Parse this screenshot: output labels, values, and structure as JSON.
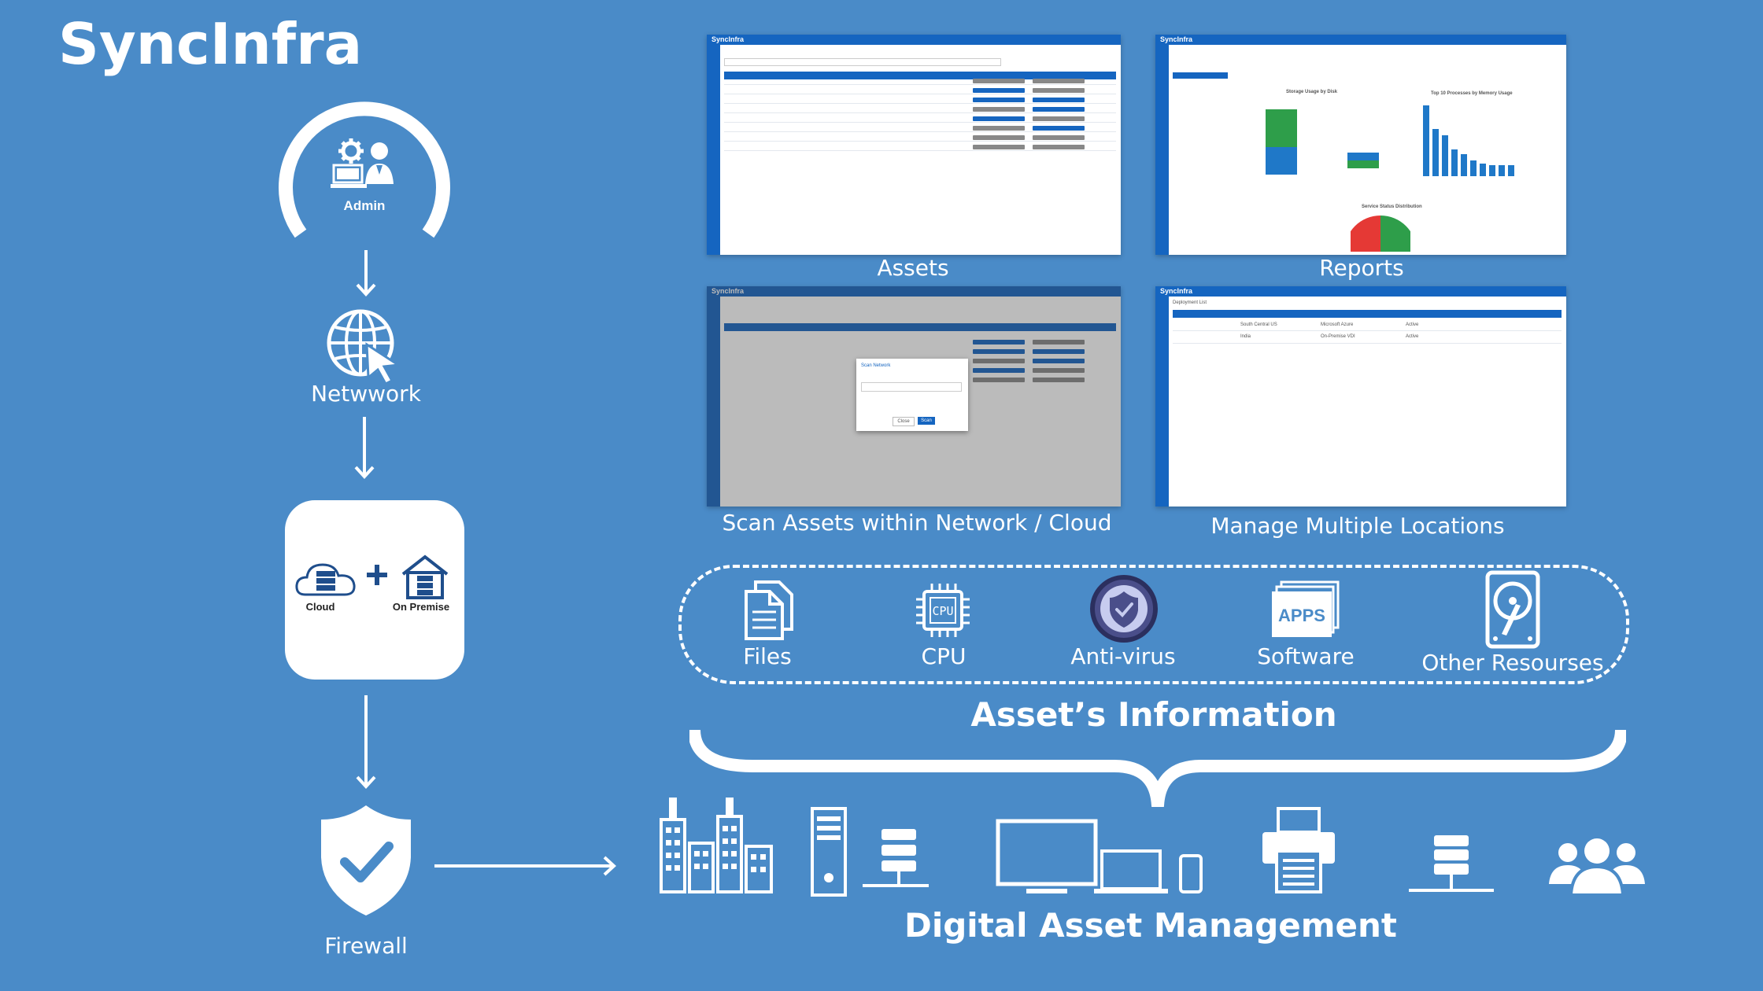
{
  "brand": "SyncInfra",
  "flow": {
    "admin": "Admin",
    "network": "Netwwork",
    "cloud": "Cloud",
    "on_premise": "On Premise",
    "firewall": "Firewall"
  },
  "screenshots": {
    "assets": "Assets",
    "reports": "Reports",
    "scan": "Scan Assets within Network / Cloud",
    "locations": "Manage Multiple Locations",
    "app_name": "SyncInfra",
    "reports_charts": {
      "storage_title": "Storage Usage by Disk",
      "processes_title": "Top 10 Processes by Memory Usage",
      "service_title": "Service Status Distribution"
    },
    "scan_dialog": {
      "title": "Scan Network",
      "close": "Close",
      "scan": "Scan"
    },
    "locations_panel": {
      "title": "Deployment List",
      "rows": [
        {
          "location": "South Central US",
          "infra": "Microsoft Azure",
          "status": "Active"
        },
        {
          "location": "India",
          "infra": "On-Premise VDI",
          "status": "Active"
        }
      ]
    }
  },
  "asset_info": {
    "title": "Asset’s Information",
    "items": [
      "Files",
      "CPU",
      "Anti-virus",
      "Software",
      "Other Resourses"
    ]
  },
  "dam": {
    "title": "Digital Asset Management"
  },
  "colors": {
    "background": "#4a8bc8",
    "app_blue": "#1565c0",
    "white": "#ffffff"
  }
}
